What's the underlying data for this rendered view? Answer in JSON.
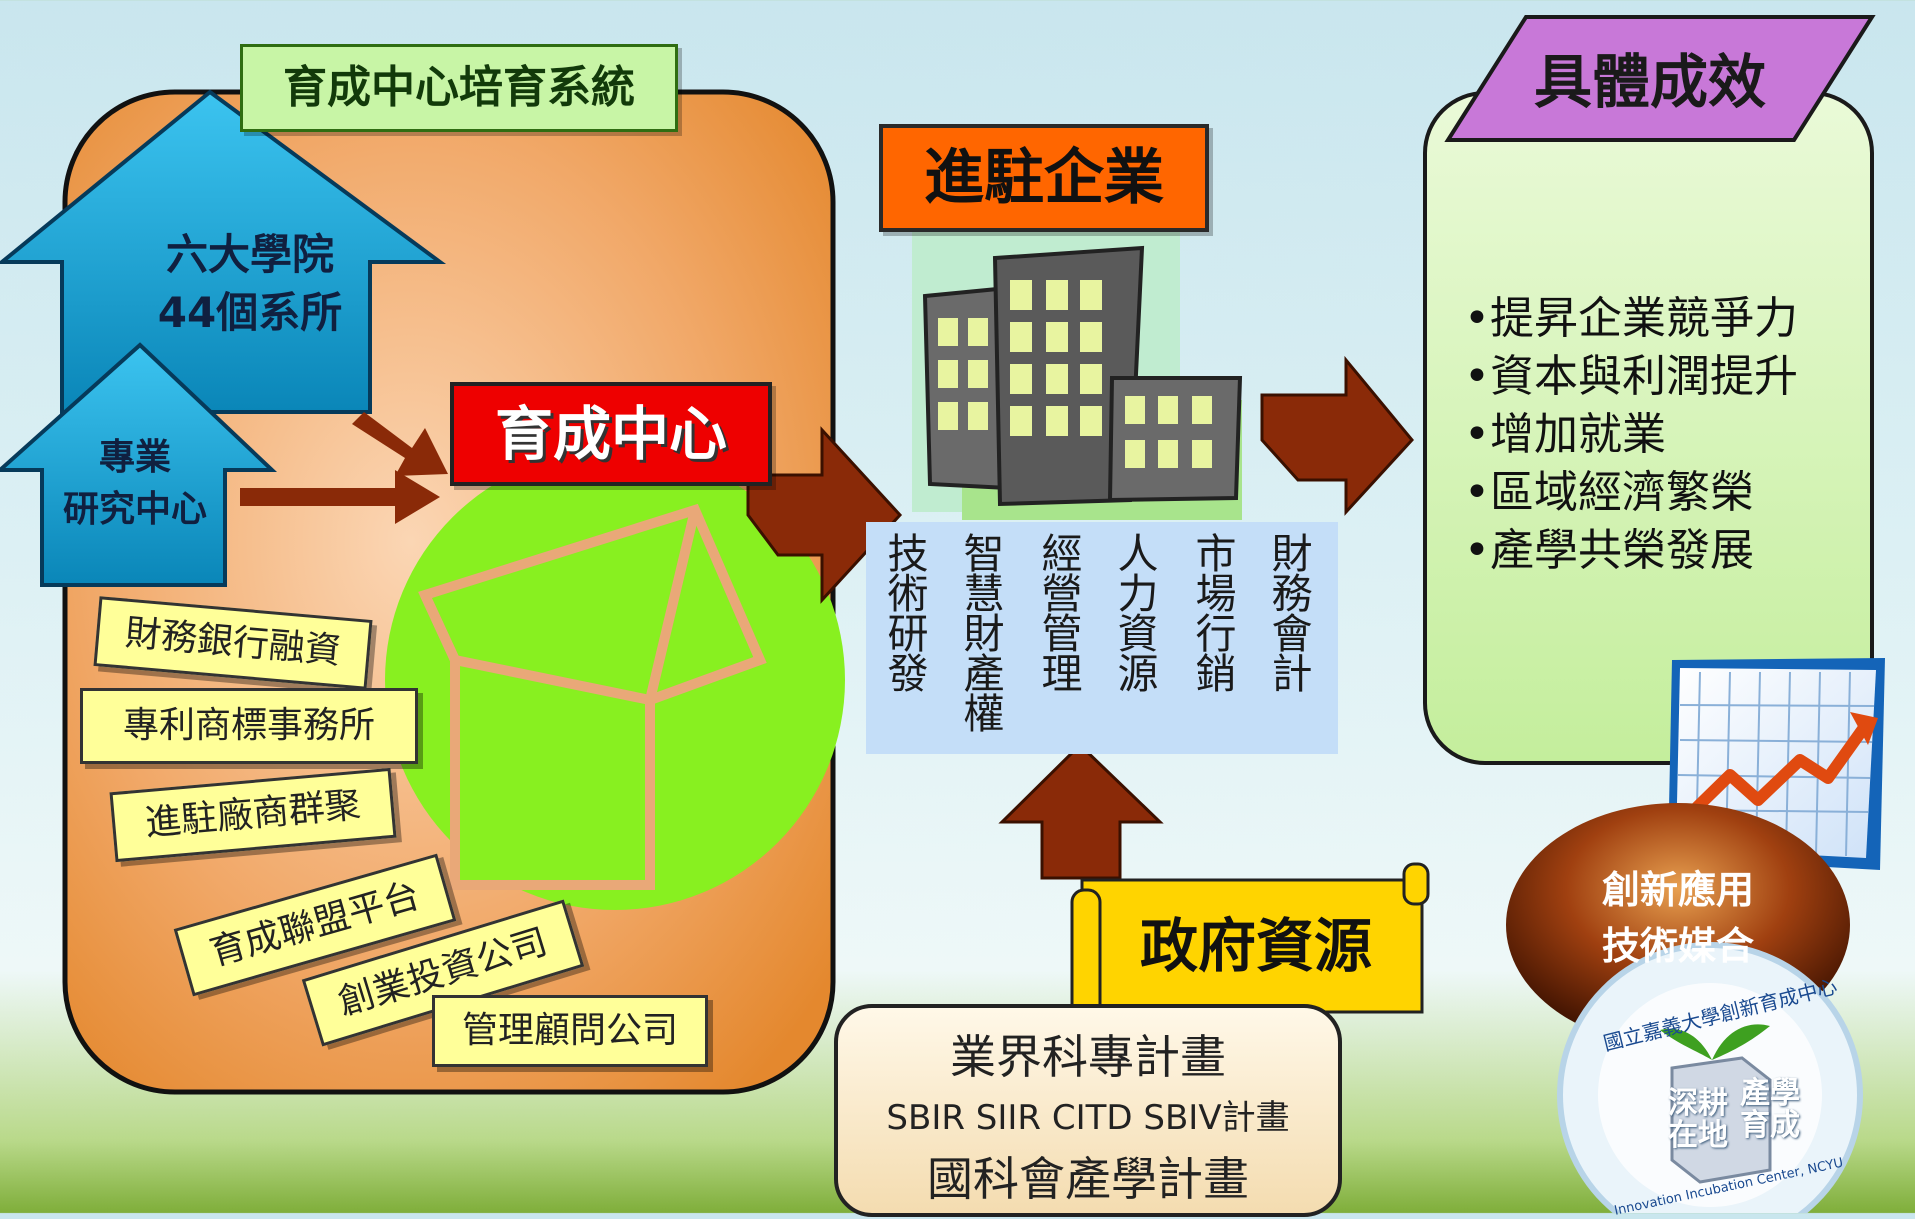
{
  "system_label": "育成中心培育系統",
  "big_arrow": {
    "line1": "六大學院",
    "line2": "44個系所"
  },
  "small_arrow": {
    "line1": "專業",
    "line2": "研究中心"
  },
  "incubation_center": "育成中心",
  "resource_tags": [
    "財務銀行融資",
    "專利商標事務所",
    "進駐廠商群聚",
    "育成聯盟平台",
    "創業投資公司",
    "管理顧問公司"
  ],
  "enterprise_label": "進駐企業",
  "services": [
    "技術研發",
    "智慧財產權",
    "經營管理",
    "人力資源",
    "市場行銷",
    "財務會計"
  ],
  "results_label": "具體成效",
  "results": [
    "•提昇企業競爭力",
    "•資本與利潤提升",
    "•增加就業",
    "•區域經濟繁榮",
    "•產學共榮發展"
  ],
  "gov_label": "政府資源",
  "gov_programs": [
    "業界科專計畫",
    "SBIR SIIR CITD SBIV計畫",
    "國科會產學計畫"
  ],
  "sphere": {
    "line1": "創新應用",
    "line2": "技術媒合"
  },
  "logo": {
    "arc_top": "國立嘉義大學創新育成中心",
    "arc_bottom": "Innovation Incubation Center, NCYU",
    "words": [
      "深耕",
      "在地",
      "產學",
      "育成"
    ]
  },
  "colors": {
    "orange_panel": "#e8923e",
    "blue_arrow": "#1aa8d8",
    "brown_arrow": "#8a2a08",
    "green_house": "#88f020",
    "results_panel": "#d8f5b8"
  }
}
